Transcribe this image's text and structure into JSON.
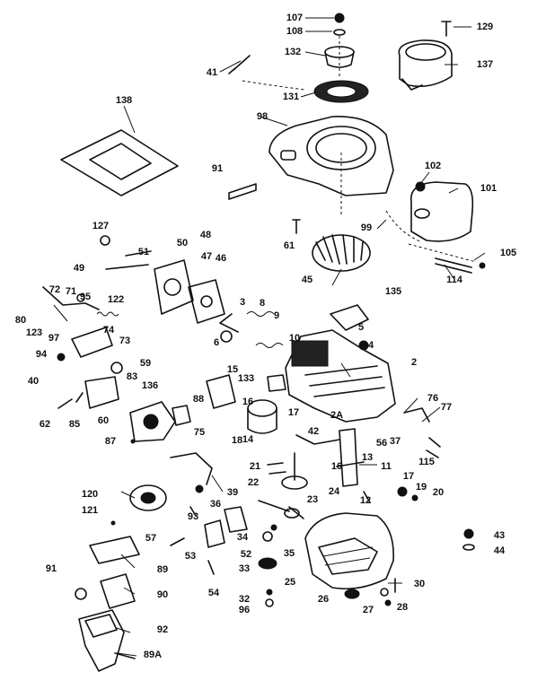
{
  "labels": [
    "107",
    "108",
    "129",
    "132",
    "41",
    "137",
    "131",
    "98",
    "138",
    "91",
    "102",
    "101",
    "99",
    "61",
    "127",
    "48",
    "50",
    "51",
    "47",
    "46",
    "49",
    "105",
    "72",
    "71",
    "122",
    "95",
    "45",
    "114",
    "135",
    "80",
    "123",
    "97",
    "74",
    "73",
    "94",
    "3",
    "8",
    "9",
    "6",
    "10",
    "4",
    "5",
    "40",
    "59",
    "83",
    "15",
    "133",
    "136",
    "88",
    "2",
    "76",
    "16",
    "14",
    "62",
    "85",
    "60",
    "75",
    "17",
    "2A",
    "42",
    "77",
    "56",
    "37",
    "18",
    "87",
    "115",
    "21",
    "11",
    "13",
    "22",
    "16",
    "12",
    "17",
    "19",
    "20",
    "120",
    "39",
    "36",
    "24",
    "23",
    "121",
    "93",
    "57",
    "34",
    "52",
    "35",
    "43",
    "44",
    "53",
    "89",
    "91",
    "33",
    "30",
    "90",
    "54",
    "25",
    "32",
    "96",
    "26",
    "27",
    "28",
    "92",
    "89A"
  ]
}
